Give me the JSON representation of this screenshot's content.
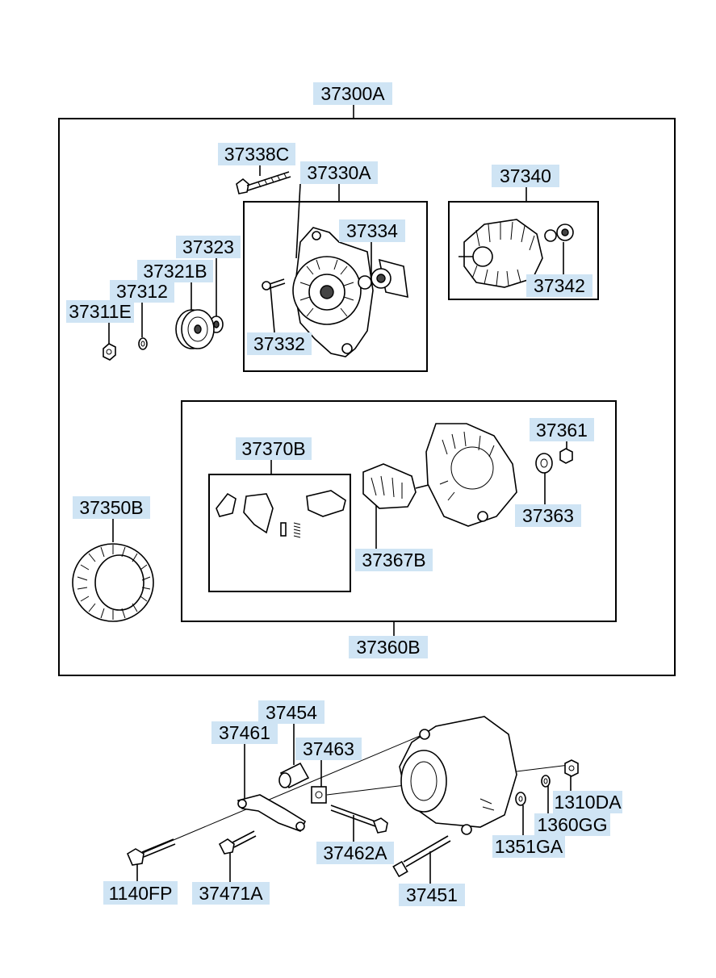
{
  "labels": {
    "p37300A": "37300A",
    "p37338C": "37338C",
    "p37330A": "37330A",
    "p37340": "37340",
    "p37334": "37334",
    "p37323": "37323",
    "p37321B": "37321B",
    "p37312": "37312",
    "p37311E": "37311E",
    "p37332": "37332",
    "p37342": "37342",
    "p37361": "37361",
    "p37370B": "37370B",
    "p37350B": "37350B",
    "p37363": "37363",
    "p37367B": "37367B",
    "p37360B": "37360B",
    "p37454": "37454",
    "p37461": "37461",
    "p37463": "37463",
    "p1310DA": "1310DA",
    "p1360GG": "1360GG",
    "p37462A": "37462A",
    "p1351GA": "1351GA",
    "p1140FP": "1140FP",
    "p37471A": "37471A",
    "p37451": "37451"
  },
  "colors": {
    "label_highlight": "#cfe4f4",
    "line": "#000000"
  }
}
